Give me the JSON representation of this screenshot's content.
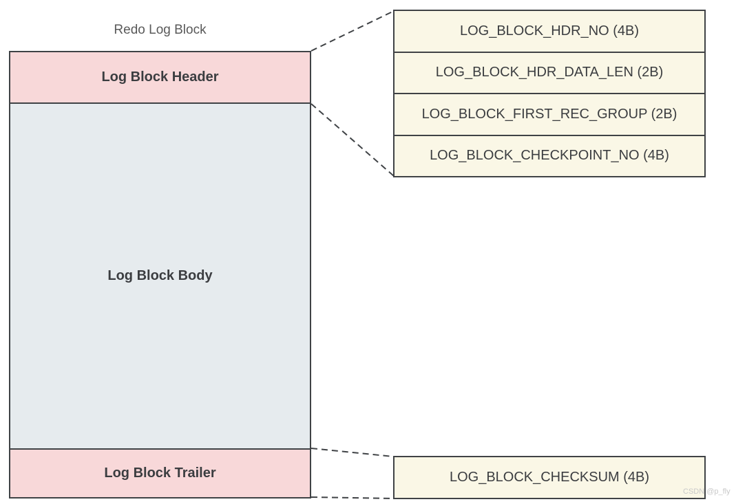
{
  "diagram": {
    "title": "Redo Log Block",
    "block": {
      "header_label": "Log Block Header",
      "body_label": "Log Block Body",
      "trailer_label": "Log Block Trailer"
    },
    "header_fields": [
      {
        "label": "LOG_BLOCK_HDR_NO (4B)"
      },
      {
        "label": "LOG_BLOCK_HDR_DATA_LEN (2B)"
      },
      {
        "label": "LOG_BLOCK_FIRST_REC_GROUP (2B)"
      },
      {
        "label": "LOG_BLOCK_CHECKPOINT_NO (4B)"
      }
    ],
    "trailer_fields": [
      {
        "label": "LOG_BLOCK_CHECKSUM (4B)"
      }
    ],
    "watermark": "CSDN @p_fly",
    "colors": {
      "section_pink": "#f8d8d9",
      "body_gray": "#e6ebee",
      "field_cream": "#faf7e6",
      "border_dark": "#3f4245",
      "label_dark": "#3b3d40",
      "title_gray": "#595959",
      "watermark_gray": "#c9c9c9",
      "page_bg": "#ffffff"
    }
  }
}
